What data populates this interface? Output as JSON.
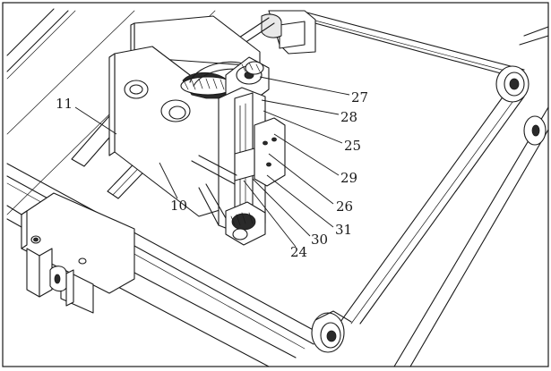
{
  "figure": {
    "callouts": [
      {
        "id": "c27",
        "text": "27"
      },
      {
        "id": "c28",
        "text": "28"
      },
      {
        "id": "c25",
        "text": "25"
      },
      {
        "id": "c29",
        "text": "29"
      },
      {
        "id": "c26",
        "text": "26"
      },
      {
        "id": "c31",
        "text": "31"
      },
      {
        "id": "c30",
        "text": "30"
      },
      {
        "id": "c24",
        "text": "24"
      },
      {
        "id": "c11",
        "text": "11"
      },
      {
        "id": "c10",
        "text": "10"
      }
    ]
  }
}
